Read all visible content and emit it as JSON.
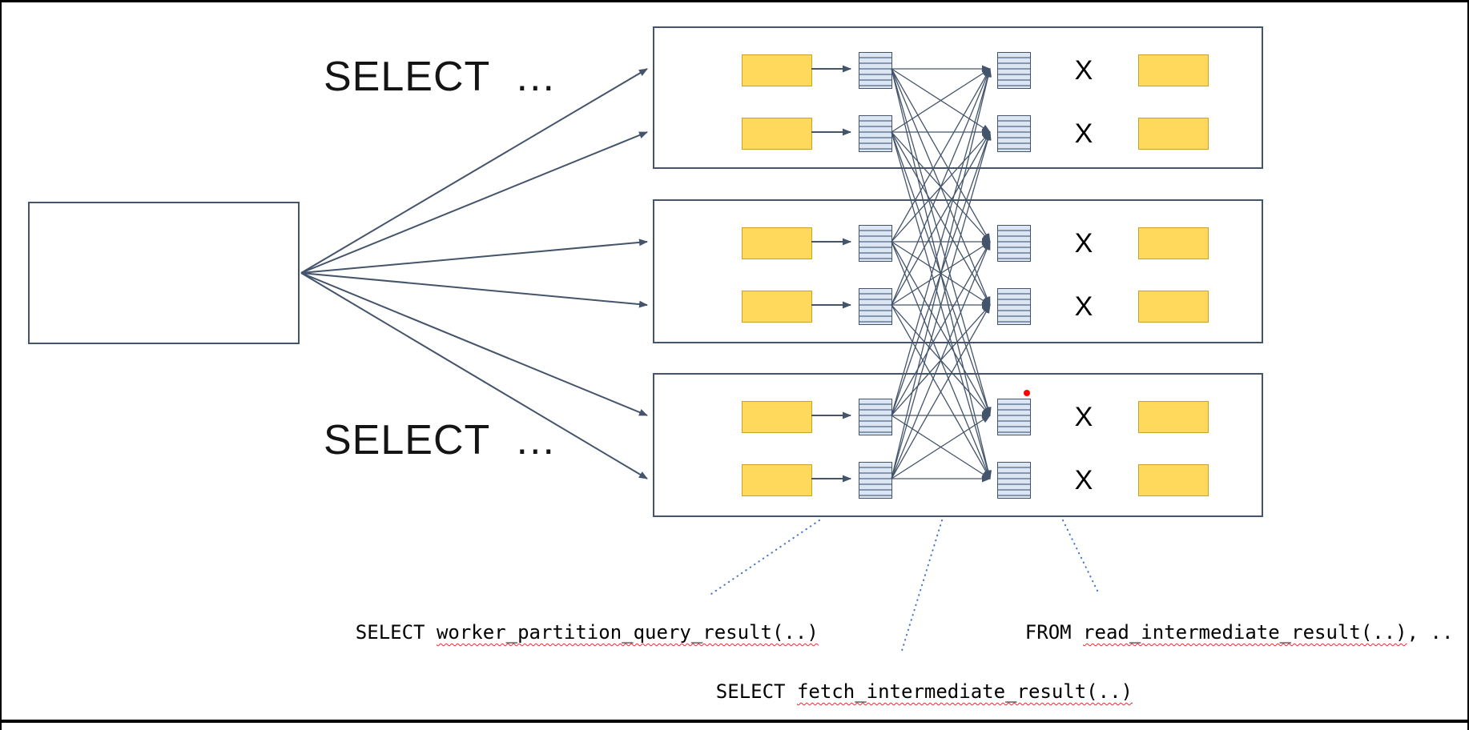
{
  "labels": {
    "select_top": "SELECT  …",
    "select_bottom": "SELECT  …",
    "x": "X"
  },
  "callouts": [
    {
      "prefix": "SELECT ",
      "highlight": "worker_partition_query_result(..)",
      "suffix": ""
    },
    {
      "prefix": "SELECT ",
      "highlight": "fetch_intermediate_result(..)",
      "suffix": ""
    },
    {
      "prefix": "FROM ",
      "highlight": "read_intermediate_result(..)",
      "suffix": ", .."
    }
  ],
  "colors": {
    "accent": "#44546A",
    "shard_yellow": "#FFD95C",
    "stripe_fill": "#DCE6F2",
    "stripe_line": "#8496B0",
    "callout_blue": "#4472C4",
    "squiggle_red": "#E03131",
    "marker_red": "#FF0000"
  }
}
